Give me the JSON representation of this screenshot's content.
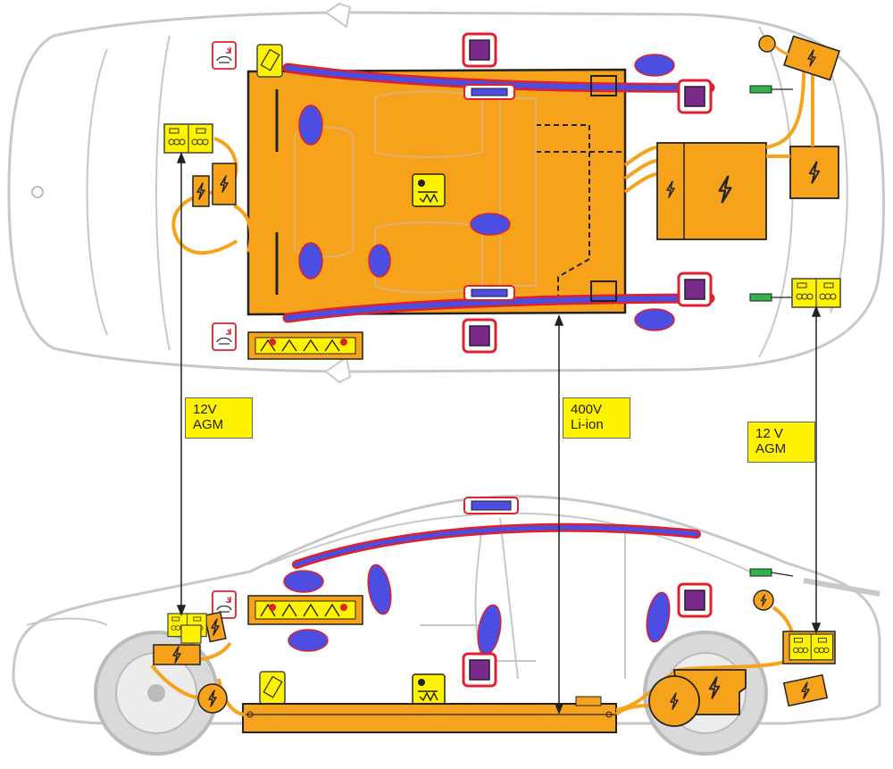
{
  "labels": {
    "front_battery": {
      "line1": "12V",
      "line2": "AGM"
    },
    "hv_battery": {
      "line1": "400V",
      "line2": "Li-ion"
    },
    "rear_battery": {
      "line1": "12 V",
      "line2": "AGM"
    }
  },
  "colors": {
    "hv_orange": "#f7a21b",
    "airbag_blue": "#4b4ee0",
    "pretensioner_purple": "#7a2a8a",
    "highlight_red": "#e0202c",
    "label_yellow": "#fff200",
    "connector_green": "#2fb34a",
    "body_outline": "#c8c8c8"
  },
  "icons": [
    "high-voltage-battery-icon",
    "12v-battery-icon",
    "airbag-icon",
    "curtain-airbag-icon",
    "seatbelt-pretensioner-icon",
    "gas-spring-icon",
    "hood-lifter-icon",
    "roll-over-protection-icon",
    "fuse-icon",
    "high-voltage-warning-icon"
  ]
}
